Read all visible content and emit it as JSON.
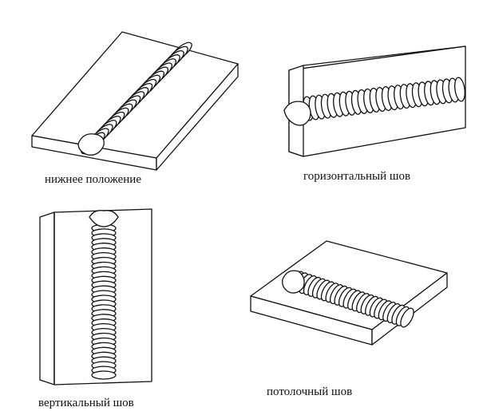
{
  "captions": {
    "flat": "нижнее положение",
    "horizontal": "горизонтальный шов",
    "vertical": "вертикальный шов",
    "overhead": "потолочный шов"
  },
  "colors": {
    "stroke": "#111111",
    "fill": "#ffffff"
  }
}
